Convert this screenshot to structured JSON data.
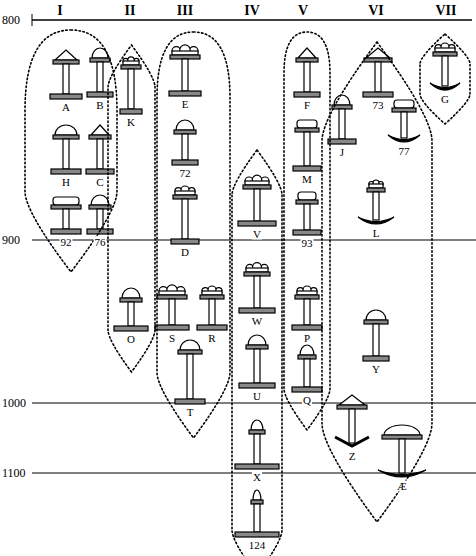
{
  "diagram": {
    "nodes": [
      {
        "text": [
          "I",
          "A",
          "B",
          "H",
          "C",
          "92",
          "76"
        ]
      },
      {
        "text": [
          "II",
          "K",
          "O"
        ]
      },
      {
        "text": [
          "III",
          "E",
          "72",
          "D",
          "S",
          "R",
          "T"
        ]
      },
      {
        "text": [
          "IV",
          "V",
          "W",
          "U",
          "X",
          "124"
        ]
      },
      {
        "text": [
          "V",
          "F",
          "M",
          "93",
          "P",
          "Q"
        ]
      },
      {
        "text": [
          "VI",
          "73",
          "J",
          "77",
          "L",
          "Y",
          "Z",
          "Æ"
        ]
      },
      {
        "text": [
          "VII",
          "G"
        ]
      }
    ],
    "edges": [],
    "labels": [
      "800",
      "900",
      "1000",
      "1100"
    ]
  }
}
